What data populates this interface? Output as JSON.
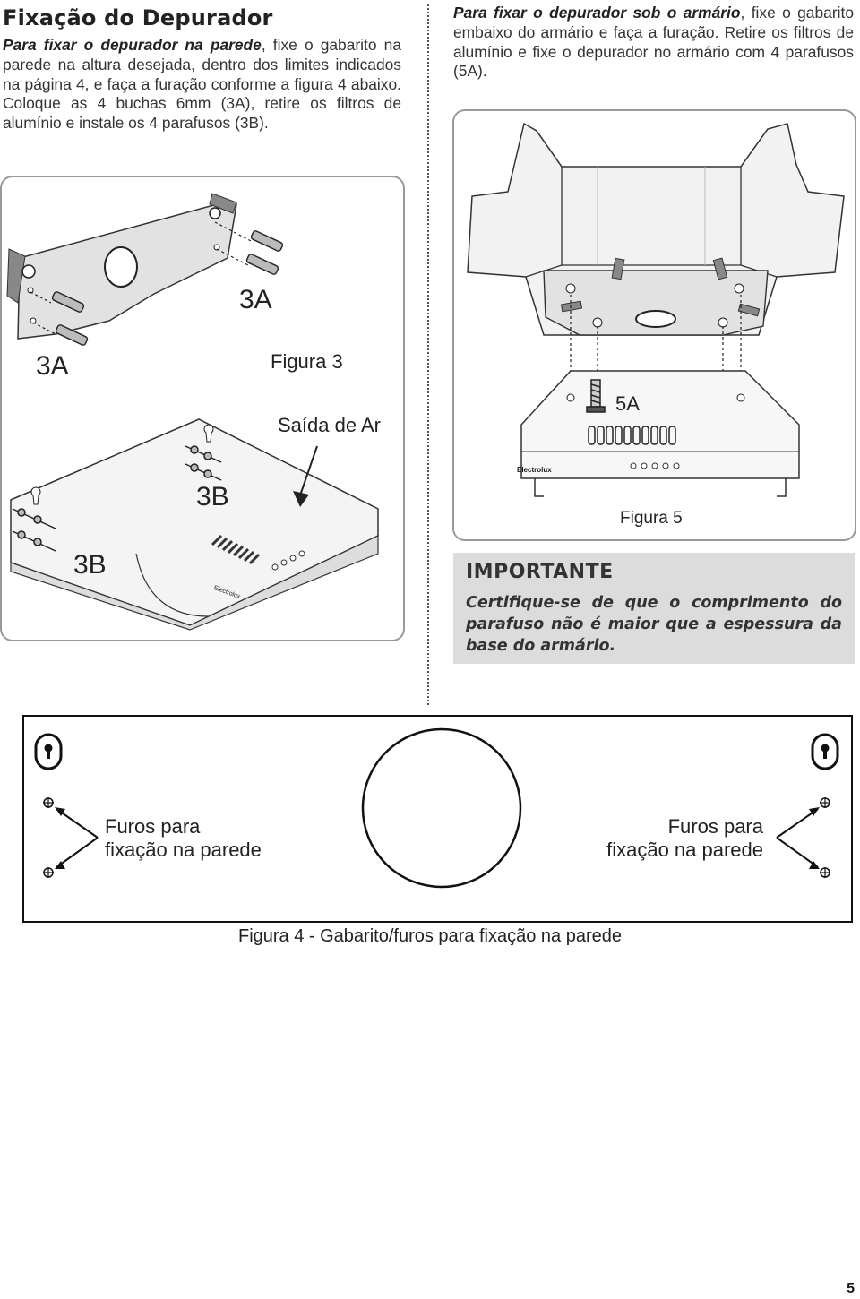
{
  "section": {
    "title": "Fixação do Depurador"
  },
  "left_text": {
    "lead": "Para fixar o depurador na parede",
    "body": ", fixe o gabarito na parede na altura desejada, dentro dos limites indicados na página 4, e faça a furação conforme a figura 4 abaixo. Coloque as 4 buchas 6mm (3A), retire os filtros de alumínio e instale os 4 parafusos (3B)."
  },
  "right_text": {
    "lead": "Para fixar o depurador sob o armário",
    "body": ", fixe o gabarito embaixo do armário e faça a furação. Retire os filtros de alumínio e fixe o depurador no armário com 4 parafusos (5A)."
  },
  "figure3": {
    "caption": "Figura 3",
    "label_3a_top": "3A",
    "label_3a_left": "3A",
    "label_3b_center": "3B",
    "label_3b_left": "3B",
    "air_outlet": "Saída de Ar",
    "brand": "Electrolux"
  },
  "figure5": {
    "caption": "Figura 5",
    "label_5a": "5A",
    "brand": "Electrolux"
  },
  "important": {
    "heading": "IMPORTANTE",
    "text": "Certifique-se de que o comprimento do parafuso não é maior que a espessura da base do armário."
  },
  "figure4": {
    "caption": "Figura 4 - Gabarito/furos para fixação na parede",
    "left_label_line1": "Furos para",
    "left_label_line2": "fixação na parede",
    "right_label_line1": "Furos para",
    "right_label_line2": "fixação na parede"
  },
  "page_number": "5"
}
